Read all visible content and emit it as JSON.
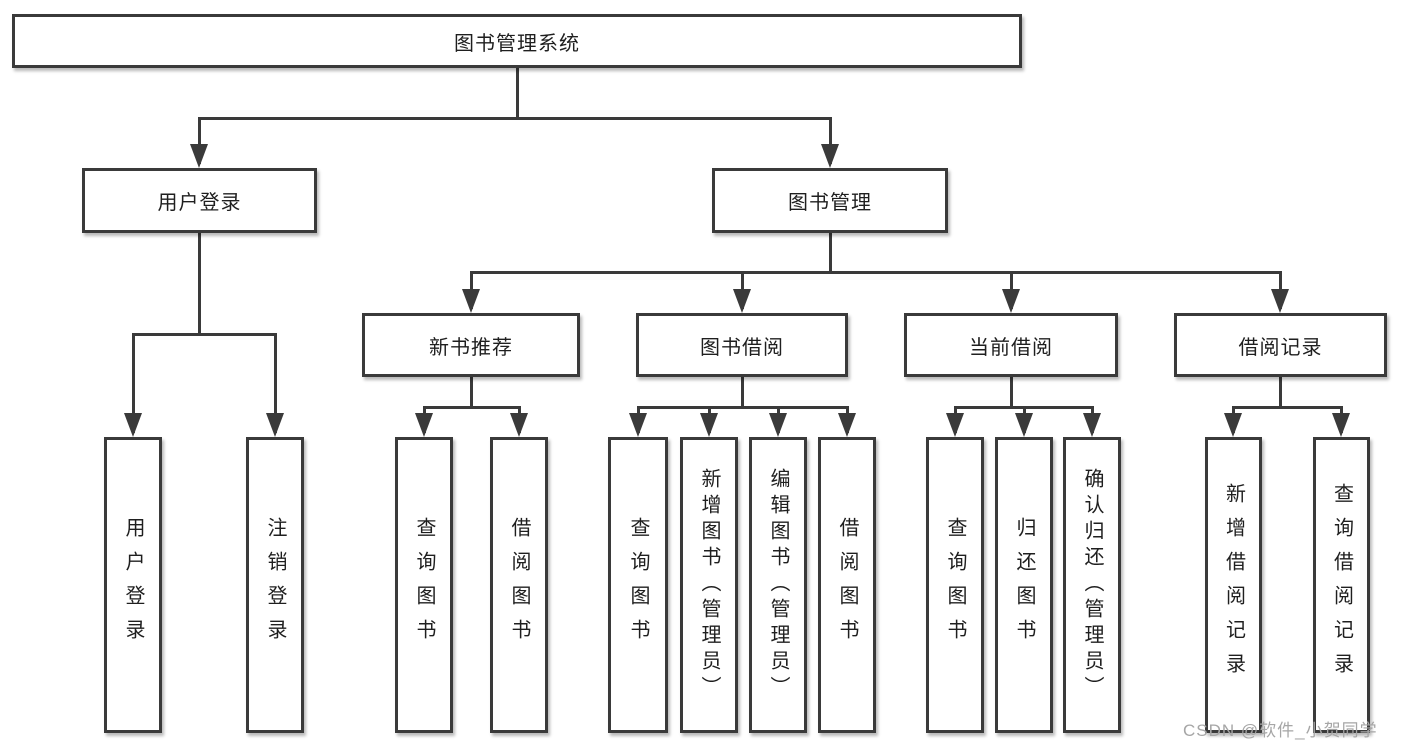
{
  "nodes": {
    "root": {
      "label": "图书管理系统"
    },
    "level2": [
      {
        "label": "用户登录"
      },
      {
        "label": "图书管理"
      }
    ],
    "level3": [
      {
        "label": "新书推荐"
      },
      {
        "label": "图书借阅"
      },
      {
        "label": "当前借阅"
      },
      {
        "label": "借阅记录"
      }
    ],
    "leaves": [
      {
        "label": "用户登录"
      },
      {
        "label": "注销登录"
      },
      {
        "label": "查询图书"
      },
      {
        "label": "借阅图书"
      },
      {
        "label": "查询图书"
      },
      {
        "label": "新增图书（管理员）"
      },
      {
        "label": "编辑图书（管理员）"
      },
      {
        "label": "借阅图书"
      },
      {
        "label": "查询图书"
      },
      {
        "label": "归还图书"
      },
      {
        "label": "确认归还（管理员）"
      },
      {
        "label": "新增借阅记录"
      },
      {
        "label": "查询借阅记录"
      }
    ]
  },
  "hierarchy": {
    "图书管理系统": {
      "用户登录": [
        "用户登录",
        "注销登录"
      ],
      "图书管理": {
        "新书推荐": [
          "查询图书",
          "借阅图书"
        ],
        "图书借阅": [
          "查询图书",
          "新增图书（管理员）",
          "编辑图书（管理员）",
          "借阅图书"
        ],
        "当前借阅": [
          "查询图书",
          "归还图书",
          "确认归还（管理员）"
        ],
        "借阅记录": [
          "新增借阅记录",
          "查询借阅记录"
        ]
      }
    }
  },
  "watermark": {
    "text": "CSDN @软件_小贺同学"
  },
  "colors": {
    "line": "#3a3a3a",
    "border": "#3a3a3a",
    "text": "#1f1f1f",
    "background": "#ffffff",
    "watermark": "#a6a6a6"
  }
}
